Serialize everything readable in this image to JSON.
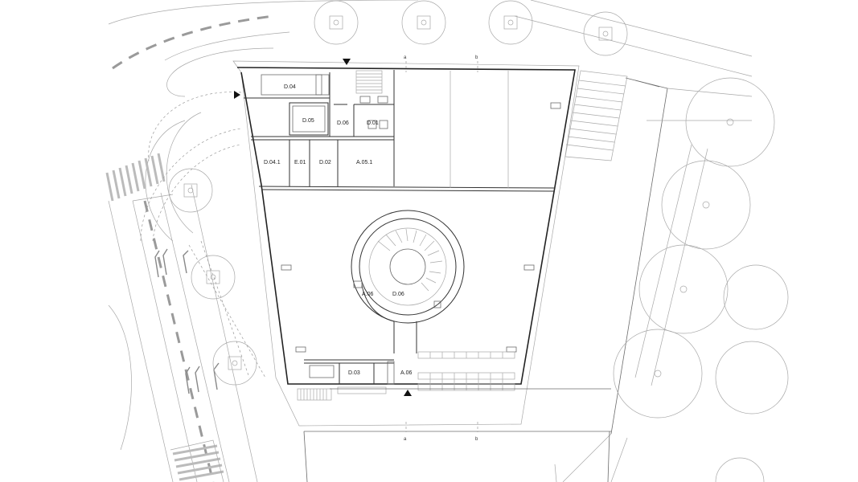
{
  "plan": {
    "rooms": {
      "d04": "D.04",
      "d05": "D.05",
      "d06_top": "D.06",
      "d01": "D.01",
      "d041": "D.04.1",
      "e01": "E.01",
      "d02": "D.02",
      "a051": "A.05.1",
      "a06_left": "A.06",
      "d06_center": "D.06",
      "d03": "D.03",
      "a06_bottom": "A.06"
    },
    "section_marks": {
      "a_top": "a",
      "b_top": "b",
      "a_bottom": "a",
      "b_bottom": "b"
    }
  }
}
